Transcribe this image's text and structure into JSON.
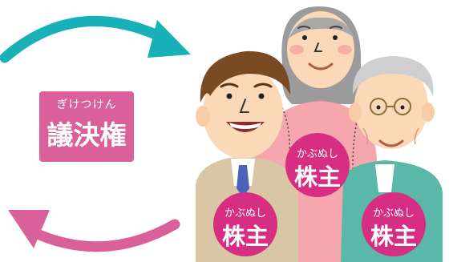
{
  "voting_rights": {
    "ruby": "ぎけつけん",
    "label": "議決権"
  },
  "shareholders": [
    {
      "ruby": "かぶぬし",
      "label": "株主"
    },
    {
      "ruby": "かぶぬし",
      "label": "株主"
    },
    {
      "ruby": "かぶぬし",
      "label": "株主"
    }
  ],
  "colors": {
    "arrow_teal": "#18b1b8",
    "arrow_pink": "#d9609a",
    "badge_magenta": "#d62e82",
    "vote_box_pink": "#d9609a"
  }
}
